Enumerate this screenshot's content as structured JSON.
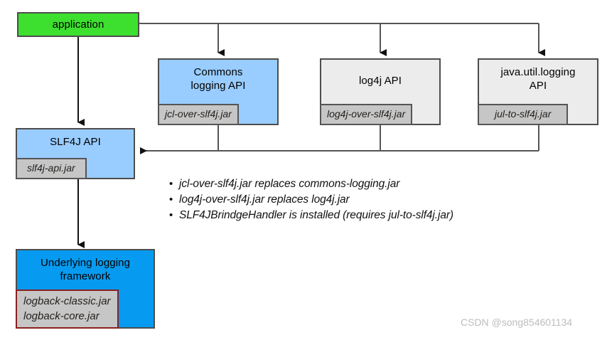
{
  "diagram": {
    "title": "SLF4J bridging legacy logging APIs",
    "colors": {
      "application_fill": "#3ee02f",
      "slf4j_fill": "#99ccff",
      "commons_fill": "#99ccff",
      "grey_fill": "#ececec",
      "underlying_fill": "#069bf0",
      "jar_fill": "#c6c6c6",
      "jar_border": "#555555",
      "jar_border_red": "#8b2020",
      "node_border": "#4d4d4d",
      "connector": "#555555",
      "watermark": "#bdbdbd"
    },
    "nodes": [
      {
        "id": "application",
        "title": "application",
        "jars": []
      },
      {
        "id": "commons",
        "title": "Commons\nlogging API",
        "title_line1": "Commons",
        "title_line2": "logging API",
        "jars": [
          "jcl-over-slf4j.jar"
        ]
      },
      {
        "id": "log4j",
        "title": "log4j API",
        "title_line1": "log4j API",
        "title_line2": "",
        "jars": [
          "log4j-over-slf4j.jar"
        ]
      },
      {
        "id": "jul",
        "title": "java.util.logging API",
        "title_line1": "java.util.logging",
        "title_line2": "API",
        "jars": [
          "jul-to-slf4j.jar"
        ]
      },
      {
        "id": "slf4j",
        "title": "SLF4J API",
        "jars": [
          "slf4j-api.jar"
        ]
      },
      {
        "id": "underlying",
        "title_line1": "Underlying logging",
        "title_line2": "framework",
        "jars": [
          "logback-classic.jar",
          "logback-core.jar"
        ]
      }
    ],
    "notes": [
      {
        "bullet": "•",
        "text": "jcl-over-slf4j.jar replaces commons-logging.jar"
      },
      {
        "bullet": "•",
        "text": "log4j-over-slf4j.jar replaces log4j.jar"
      },
      {
        "bullet": "•",
        "text": "SLF4JBrindgeHandler is installed (requires jul-to-slf4j.jar)"
      }
    ],
    "watermark": "CSDN @song854601134"
  }
}
